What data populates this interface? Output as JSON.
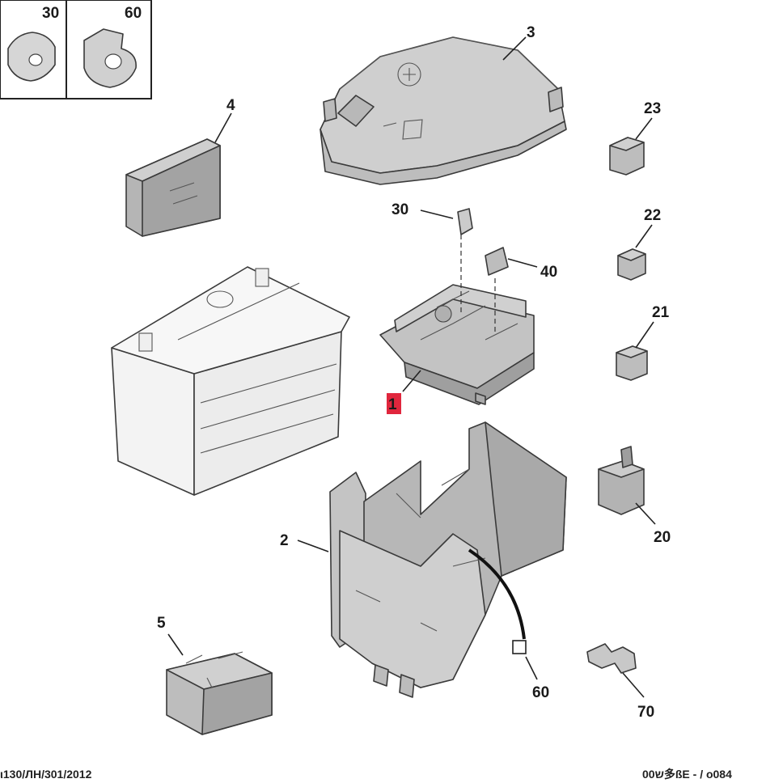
{
  "inset": {
    "label_left": "30",
    "label_right": "60"
  },
  "callouts": {
    "battery_tray": "2",
    "cover": "3",
    "fuse_block_4": "4",
    "part_5": "5",
    "relay_20": "20",
    "relay_21": "21",
    "relay_22": "22",
    "relay_23": "23",
    "fuse_30": "30",
    "fuse_40": "40",
    "part_60": "60",
    "bracket_70": "70",
    "fuse_box_highlight": "1"
  },
  "footer": {
    "left_ref": "ι130/ЛН/301/2012",
    "right_ref": "00ש多ßE - / o084"
  },
  "colors": {
    "highlight": "#e0263d",
    "part_fill": "#c9c9c9",
    "part_dark": "#9a9a9a",
    "battery_fill": "#f1f1f1"
  }
}
